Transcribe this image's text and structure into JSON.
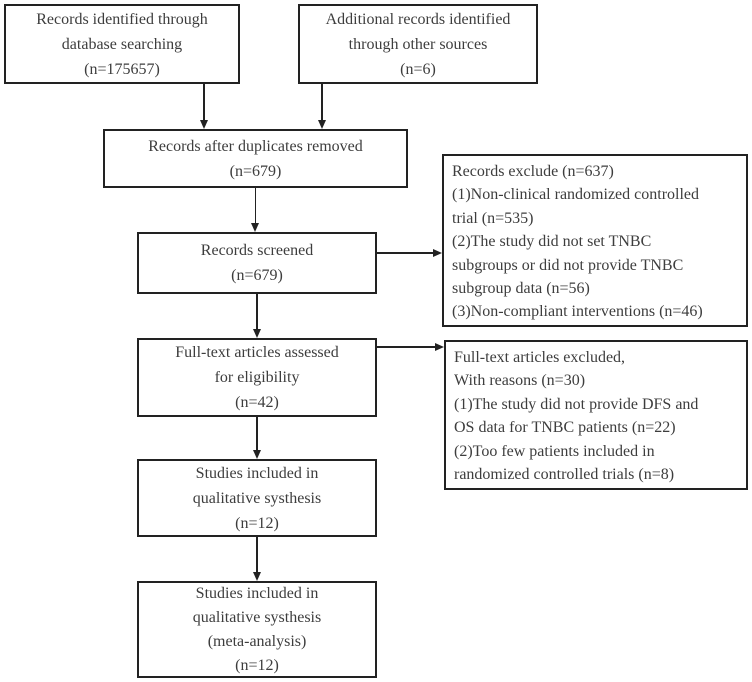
{
  "colors": {
    "border": "#222222",
    "text": "#3d3d3d",
    "background": "#ffffff"
  },
  "boxes": {
    "identified": {
      "lines": [
        "Records identified through",
        "database searching",
        "(n=175657)"
      ]
    },
    "additional": {
      "lines": [
        "Additional records identified",
        "through other sources",
        "(n=6)"
      ]
    },
    "after_duplicates": {
      "lines": [
        "Records after duplicates removed",
        "(n=679)"
      ]
    },
    "screened": {
      "lines": [
        "Records screened",
        "(n=679)"
      ]
    },
    "records_exclude": {
      "lines": [
        "Records exclude (n=637)",
        "(1)Non-clinical randomized controlled",
        "trial (n=535)",
        "(2)The study did not set TNBC",
        "subgroups or did not provide TNBC",
        "subgroup data (n=56)",
        "(3)Non-compliant interventions (n=46)"
      ]
    },
    "fulltext_assessed": {
      "lines": [
        "Full-text articles assessed",
        "for eligibility",
        "(n=42)"
      ]
    },
    "fulltext_excluded": {
      "lines": [
        "Full-text articles excluded,",
        "With reasons (n=30)",
        "(1)The study did not provide DFS and",
        "OS data for TNBC patients (n=22)",
        "(2)Too few patients included in",
        "randomized controlled trials (n=8)"
      ]
    },
    "qualitative_synthesis": {
      "lines": [
        "Studies included in",
        "qualitative systhesis",
        "(n=12)"
      ]
    },
    "meta_analysis": {
      "lines": [
        "Studies included in",
        "qualitative systhesis",
        "(meta-analysis)",
        "(n=12)"
      ]
    }
  }
}
